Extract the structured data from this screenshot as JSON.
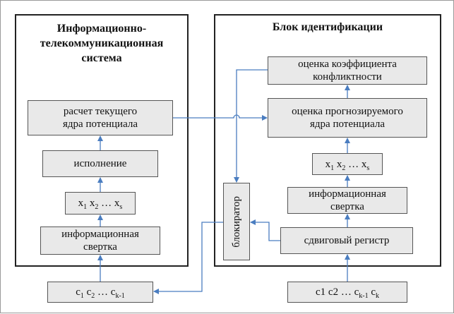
{
  "left_system": {
    "title_lines": [
      "Информационно-",
      "телекоммуникационная",
      "система"
    ],
    "calc_lines": [
      "расчет текущего",
      "ядра потенциала"
    ],
    "execution": "исполнение",
    "sequence": [
      {
        "base": "x",
        "sub": "1"
      },
      {
        "base": "x",
        "sub": "2"
      },
      {
        "base": "…",
        "sub": ""
      },
      {
        "base": "x",
        "sub": "s"
      }
    ],
    "convolution_lines": [
      "информационная",
      "свертка"
    ]
  },
  "right_block": {
    "title": "Блок идентификации",
    "conflict_lines": [
      "оценка коэффициента",
      "конфликтности"
    ],
    "forecast_lines": [
      "оценка прогнозируемого",
      "ядра потенциала"
    ],
    "sequence": [
      {
        "base": "x",
        "sub": "1"
      },
      {
        "base": "x",
        "sub": "2"
      },
      {
        "base": "…",
        "sub": ""
      },
      {
        "base": "x",
        "sub": "s"
      }
    ],
    "convolution_lines": [
      "информационная",
      "свертка"
    ],
    "shift_register": "сдвиговый регистр",
    "blocker": "блокиратор"
  },
  "inputs": {
    "left_sequence": [
      {
        "base": "c",
        "sub": "1"
      },
      {
        "base": "c",
        "sub": "2"
      },
      {
        "base": "…",
        "sub": ""
      },
      {
        "base": "c",
        "sub": "k-1"
      }
    ],
    "right_sequence": [
      {
        "base": "c1",
        "sub": ""
      },
      {
        "base": "c2",
        "sub": ""
      },
      {
        "base": "…",
        "sub": ""
      },
      {
        "base": "c",
        "sub": "k-1"
      },
      {
        "base": "c",
        "sub": "k"
      }
    ]
  },
  "colors": {
    "arrow": "#4a7dc0",
    "block_fill": "#e9e9e9",
    "frame": "#222222"
  }
}
